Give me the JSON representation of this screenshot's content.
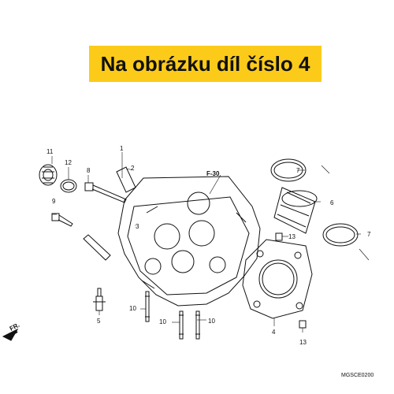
{
  "banner": {
    "text": "Na obrázku díl číslo 4"
  },
  "callouts": {
    "c1": "1",
    "c2": "2",
    "c3": "3",
    "c4": "4",
    "c5": "5",
    "c6": "6",
    "c7a": "7",
    "c7b": "7",
    "c8": "8",
    "c9": "9",
    "c10a": "10",
    "c10b": "10",
    "c10c": "10",
    "c11": "11",
    "c12": "12",
    "c13a": "13",
    "c13b": "13"
  },
  "ref_label": "F-30",
  "front_label": "FR.",
  "diagram_code": "MGSCE0200",
  "colors": {
    "banner": "#fccb1a",
    "line": "#111111"
  }
}
